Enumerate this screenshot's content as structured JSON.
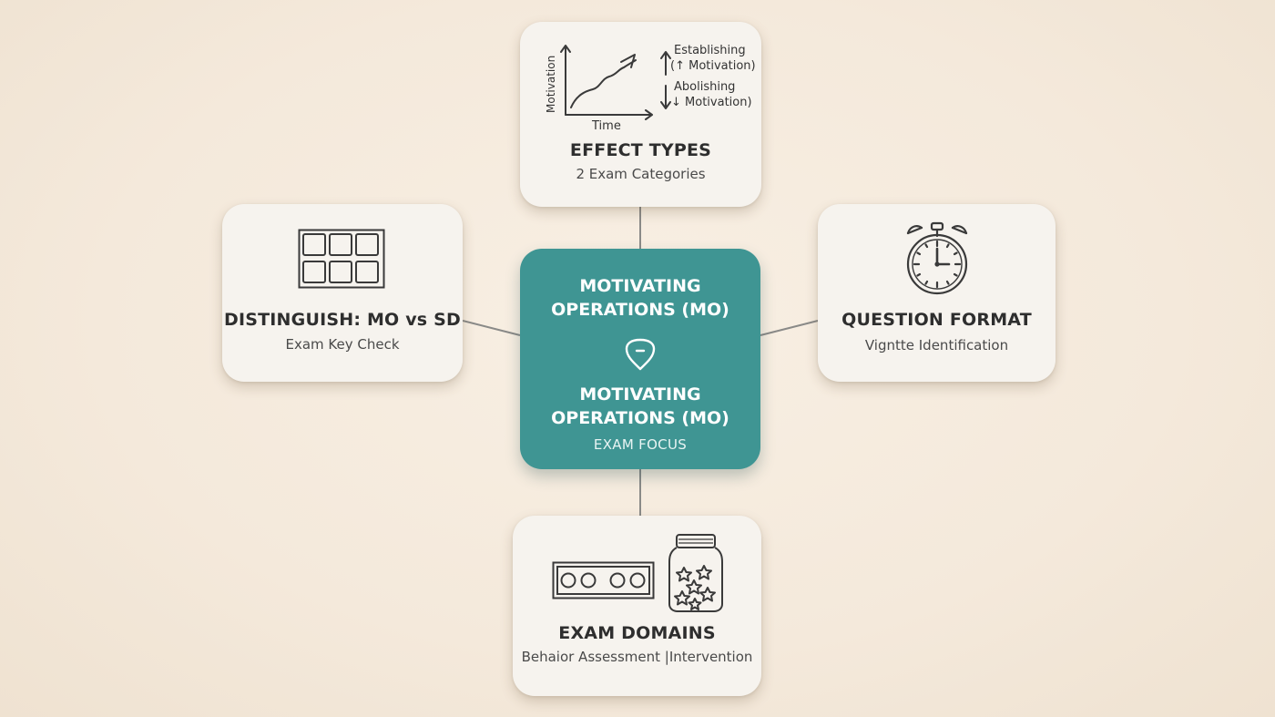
{
  "center": {
    "title_top": "MOTIVATING OPERATIONS (MO)",
    "title_bottom": "MOTIVATING OPERATIONS (MO)",
    "focus": "EXAM FOCUS",
    "icon": "shield-minus-icon"
  },
  "effect_types": {
    "title": "EFFECT TYPES",
    "subtitle": "2 Exam Categories",
    "chart_axis_y": "Motivation",
    "chart_axis_x": "Time",
    "establishing_line1": "Establishing",
    "establishing_line2": "(↑ Motivation)",
    "abolishing_line1": "Abolishing",
    "abolishing_line2": "↓ Motivation)",
    "icon": "line-graph-icon"
  },
  "distinguish": {
    "title": "DISTINGUISH: MO vs SD",
    "subtitle": "Exam Key Check",
    "icon": "grid-icon"
  },
  "question_format": {
    "title": "QUESTION FORMAT",
    "subtitle": "Vigntte Identification",
    "icon": "stopwatch-icon"
  },
  "exam_domains": {
    "title": "EXAM DOMAINS",
    "subtitle": "Behaior Assessment |Intervention",
    "icons": [
      "token-board-icon",
      "star-jar-icon"
    ]
  },
  "colors": {
    "center_bg": "#3f9593",
    "card_bg": "#f6f3ee",
    "connector": "#8a8a88",
    "page_bg": "#f4e9db"
  }
}
